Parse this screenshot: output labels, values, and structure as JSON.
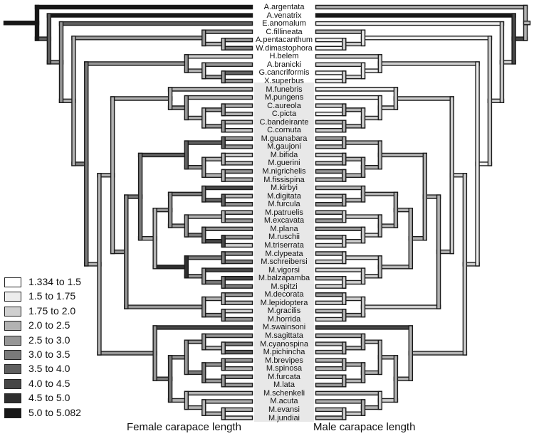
{
  "taxa": [
    "A.argentata",
    "A.venatrix",
    "E.anomalum",
    "C.fillineata",
    "A.pentacanthum",
    "W.dimastophora",
    "H.belem",
    "A.branicki",
    "G.cancriformis",
    "X.superbus",
    "M.funebris",
    "M.pungens",
    "C.aureola",
    "C.picta",
    "C.bandeirante",
    "C.cornuta",
    "M.guanabara",
    "M.gaujoni",
    "M.bifida",
    "M.guerini",
    "M.nigrichelis",
    "M.fissispina",
    "M.kirbyi",
    "M.digitata",
    "M.furcula",
    "M.patruelis",
    "M.excavata",
    "M.plana",
    "M.ruschii",
    "M.triserrata",
    "M.clypeata",
    "M.schreibersi",
    "M.vigorsi",
    "M.balzapamba",
    "M.spitzi",
    "M.decorata",
    "M.lepidoptera",
    "M.gracilis",
    "M.horrida",
    "M.swainsoni",
    "M.sagittata",
    "M.cyanospina",
    "M.pichincha",
    "M.brevipes",
    "M.spinosa",
    "M.furcata",
    "M.lata",
    "M.schenkeli",
    "M.acuta",
    "M.evansi",
    "M.jundiai"
  ],
  "legend": [
    {
      "label": "1.334 to 1.5",
      "color": "#ffffff"
    },
    {
      "label": "1.5 to 1.75",
      "color": "#ececec"
    },
    {
      "label": "1.75 to 2.0",
      "color": "#cfcfcf"
    },
    {
      "label": "2.0 to 2.5",
      "color": "#b2b2b2"
    },
    {
      "label": "2.5 to 3.0",
      "color": "#969696"
    },
    {
      "label": "3.0 to 3.5",
      "color": "#7a7a7a"
    },
    {
      "label": "3.5 to 4.0",
      "color": "#5f5f5f"
    },
    {
      "label": "4.0 to 4.5",
      "color": "#464646"
    },
    {
      "label": "4.5 to 5.0",
      "color": "#2e2e2e"
    },
    {
      "label": "5.0 to 5.082",
      "color": "#171717"
    }
  ],
  "captions": {
    "female": "Female carapace length",
    "male": "Male carapace length"
  },
  "trees": {
    "female": {
      "tips": [
        9,
        9,
        6,
        4,
        4,
        5,
        2,
        4,
        6,
        4,
        3,
        3,
        3,
        3,
        3,
        2,
        4,
        4,
        2,
        3,
        4,
        3,
        7,
        3,
        4,
        3,
        4,
        4,
        4,
        2,
        4,
        5,
        7,
        7,
        5,
        4,
        3,
        2,
        4,
        7,
        4,
        5,
        6,
        4,
        3,
        4,
        4,
        3,
        3,
        3,
        2
      ],
      "clades": [
        9,
        6,
        4,
        3,
        4,
        3,
        5,
        4,
        3,
        4,
        3,
        3,
        3,
        4,
        3,
        4,
        4,
        4,
        5,
        6,
        6,
        4,
        3,
        3,
        3,
        4,
        5,
        6,
        4,
        3,
        5,
        7,
        8,
        5,
        4,
        5,
        4,
        3,
        4,
        4,
        5,
        4,
        4,
        3,
        5,
        4,
        4,
        3,
        3,
        3
      ]
    },
    "male": {
      "tips": [
        3,
        9,
        1,
        3,
        1,
        1,
        2,
        2,
        1,
        1,
        1,
        1,
        2,
        1,
        3,
        2,
        4,
        3,
        2,
        3,
        4,
        3,
        3,
        3,
        4,
        3,
        4,
        4,
        4,
        2,
        3,
        2,
        2,
        3,
        2,
        4,
        2,
        3,
        2,
        7,
        3,
        3,
        3,
        3,
        3,
        3,
        4,
        3,
        3,
        3,
        3
      ],
      "clades": [
        3,
        7,
        2,
        2,
        1,
        2,
        1,
        2,
        1,
        2,
        2,
        2,
        2,
        2,
        2,
        3,
        3,
        3,
        3,
        3,
        3,
        3,
        3,
        3,
        3,
        3,
        3,
        3,
        3,
        2,
        2,
        2,
        3,
        2,
        2,
        2,
        2,
        2,
        3,
        3,
        3,
        3,
        3,
        3,
        3,
        3,
        3,
        2,
        3,
        2
      ]
    }
  }
}
